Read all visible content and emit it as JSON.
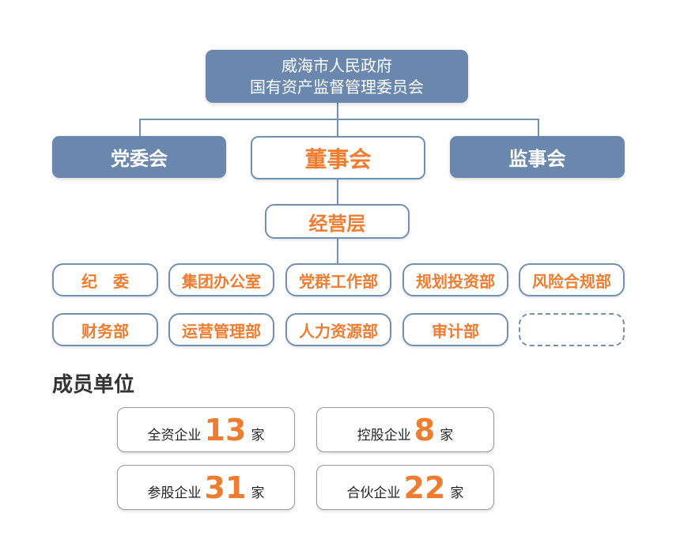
{
  "top": {
    "line1": "威海市人民政府",
    "line2": "国有资产监督管理委员会"
  },
  "second_row": {
    "left": "党委会",
    "center": "董事会",
    "right": "监事会"
  },
  "management": "经营层",
  "departments": [
    "纪　委",
    "集团办公室",
    "党群工作部",
    "规划投资部",
    "风险合规部",
    "财务部",
    "运营管理部",
    "人力资源部",
    "审计部"
  ],
  "members_section": {
    "title": "成员单位",
    "items": [
      {
        "label": "全资企业",
        "count": "13",
        "unit": "家"
      },
      {
        "label": "控股企业",
        "count": "8",
        "unit": "家"
      },
      {
        "label": "参股企业",
        "count": "31",
        "unit": "家"
      },
      {
        "label": "合伙企业",
        "count": "22",
        "unit": "家"
      }
    ]
  },
  "colors": {
    "node_fill": "#6a87ad",
    "accent_orange": "#ef7d31",
    "connector": "#7390b3"
  }
}
